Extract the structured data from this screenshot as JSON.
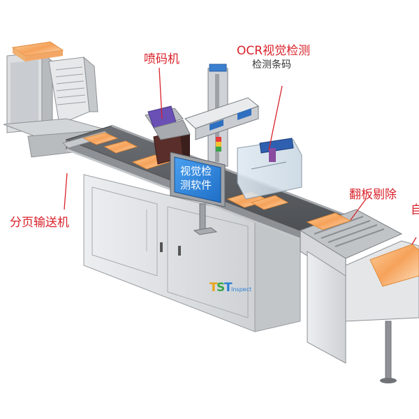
{
  "labels": {
    "feeder": "分页输送机",
    "inkjet": "喷码机",
    "ocr_title": "OCR视觉检测",
    "ocr_sub": "检测条码",
    "flip_reject": "翻板剔除",
    "cut_off": "自"
  },
  "screen": {
    "line1": "视觉检",
    "line2": "测软件"
  },
  "logo": {
    "big": "TST",
    "small": "Inspect",
    "colors": [
      "#e8a317",
      "#3aa64a",
      "#2a7fd4"
    ]
  },
  "colors": {
    "accent_red": "#d9222a",
    "screen_blue": "#2e86e0",
    "machine_gray": "#d9dadc",
    "product_orange": "#f6a25a"
  }
}
